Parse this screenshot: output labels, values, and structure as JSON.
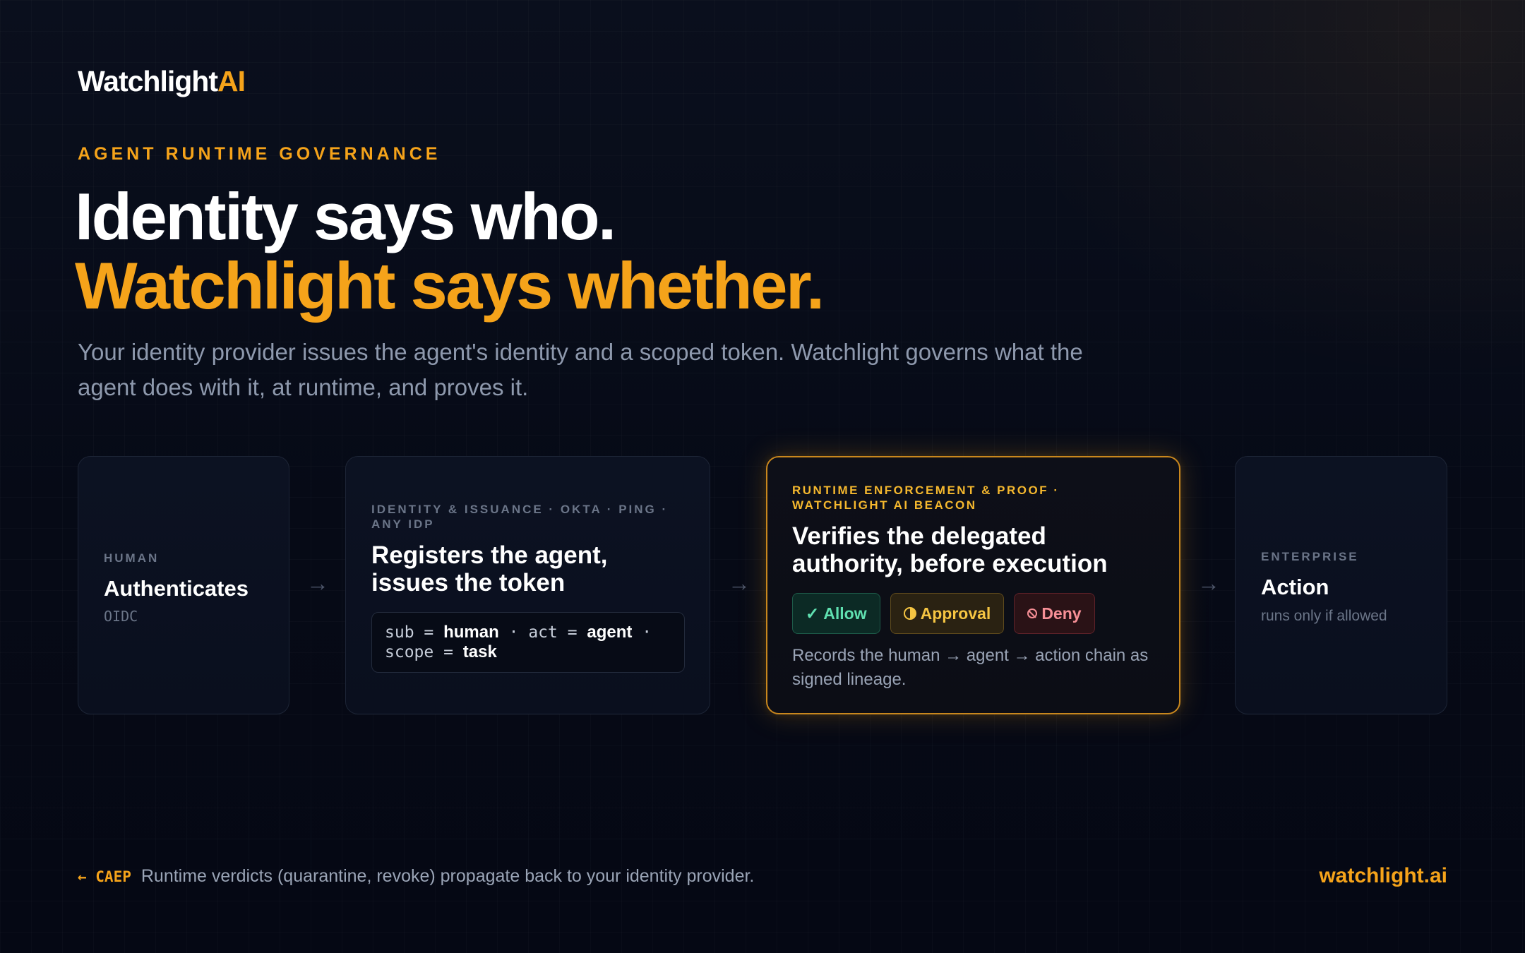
{
  "brand": {
    "name": "Watchlight",
    "suffix": "AI"
  },
  "eyebrow": "AGENT RUNTIME GOVERNANCE",
  "headline": {
    "line1": "Identity says who.",
    "line2": "Watchlight says whether."
  },
  "subhead": "Your identity provider issues the agent's identity and a scoped token. Watchlight governs what the agent does with it, at runtime, and proves it.",
  "flow": {
    "arrow": "→",
    "human": {
      "label": "HUMAN",
      "title": "Authenticates",
      "sub": "OIDC"
    },
    "idp": {
      "label": "IDENTITY & ISSUANCE · OKTA · PING · ANY IDP",
      "title": "Registers the agent, issues the token",
      "token": {
        "k1": "sub = ",
        "v1": "human",
        "sep1": " · ",
        "k2": "act = ",
        "v2": "agent",
        "sep2": " · ",
        "k3": "scope = ",
        "v3": "task"
      }
    },
    "watchlight": {
      "label": "RUNTIME ENFORCEMENT & PROOF · WATCHLIGHT AI BEACON",
      "title": "Verifies the delegated authority, before execution",
      "pills": {
        "allow": "Allow",
        "approval": "Approval",
        "deny": "Deny"
      },
      "desc": "Records the human → agent → action chain as signed lineage."
    },
    "enterprise": {
      "label": "ENTERPRISE",
      "title": "Action",
      "sub": "runs only if allowed"
    }
  },
  "footer": {
    "caep": "← CAEP",
    "text": "Runtime verdicts (quarantine, revoke) propagate back to your identity provider.",
    "url": "watchlight.ai"
  },
  "colors": {
    "accent": "#f5a31a",
    "background": "#050915",
    "allow": "#5fe0b0",
    "approval": "#f5c542",
    "deny": "#f78f96"
  }
}
